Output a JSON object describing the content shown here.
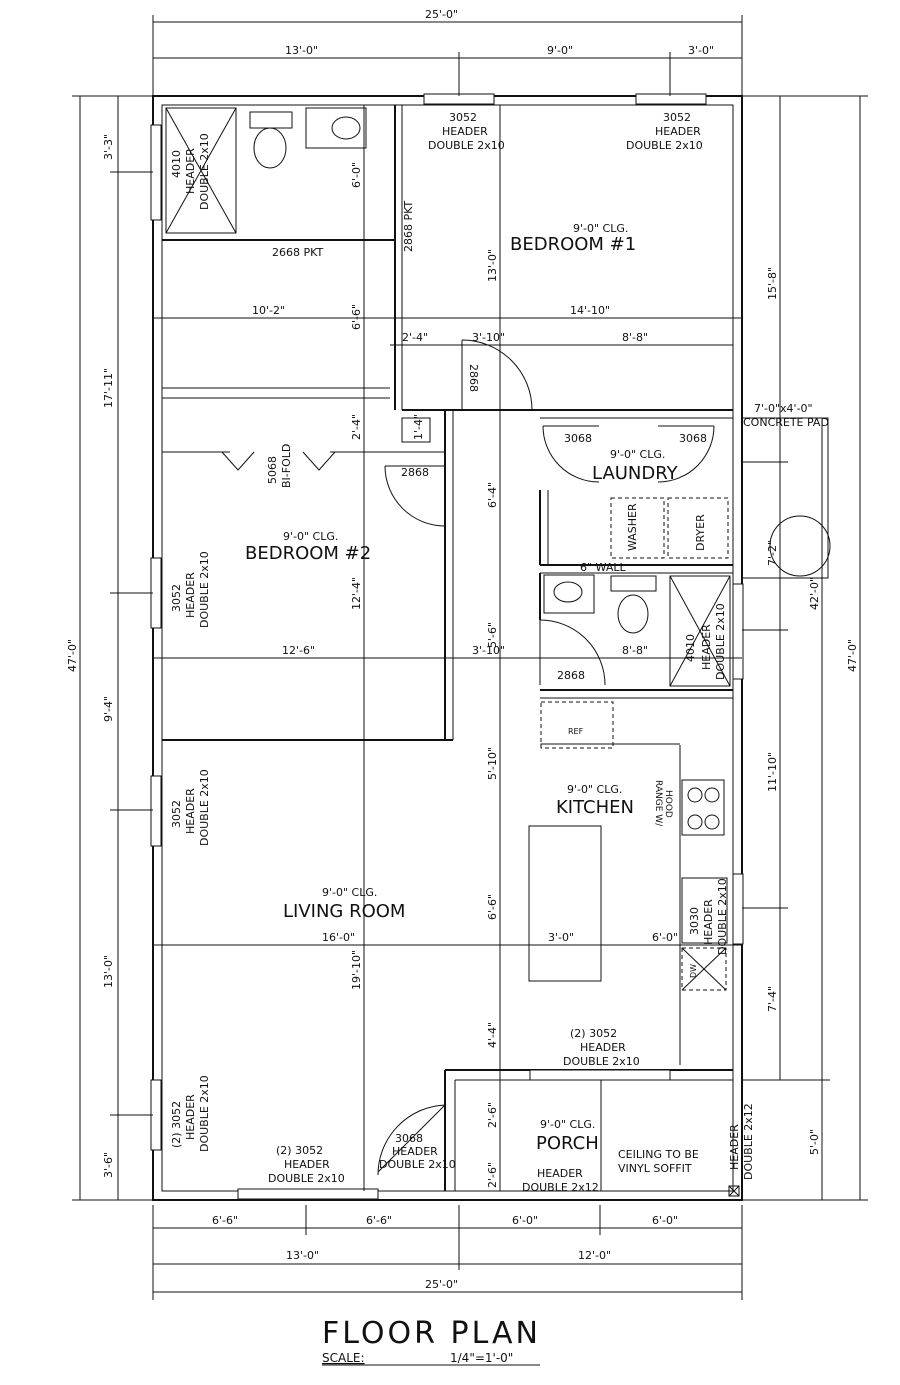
{
  "rooms": {
    "bedroom1": "BEDROOM  #1",
    "bedroom2": "BEDROOM  #2",
    "laundry": "LAUNDRY",
    "kitchen": "KITCHEN",
    "living": "LIVING ROOM",
    "porch": "PORCH"
  },
  "ceiling": "9'-0\" CLG.",
  "labels": {
    "hdr_3052": "3052",
    "hdr_4010": "4010",
    "hdr_3030": "3030",
    "hdr_2x3052": "(2) 3052",
    "hdr_3068": "3068",
    "header": "HEADER",
    "double_2x10": "DOUBLE 2x10",
    "double_2x12": "DOUBLE 2x12",
    "pkt_2668": "2668 PKT",
    "pkt_2868": "2868 PKT",
    "door_2868": "2868",
    "door_3068": "3068",
    "bifold_num": "5068",
    "bifold": "BI-FOLD",
    "washer": "WASHER",
    "dryer": "DRYER",
    "wall6": "6\" WALL",
    "ref": "REF",
    "range1": "RANGE W/",
    "range2": "HOOD",
    "dw": "DW",
    "pad1": "7'-0\"x4'-0\"",
    "pad2": "CONCRETE PAD",
    "soffit1": "CEILING TO BE",
    "soffit2": "VINYL SOFFIT"
  },
  "dims": {
    "d25_0": "25'-0\"",
    "d13_0": "13'-0\"",
    "d9_0": "9'-0\"",
    "d3_0": "3'-0\"",
    "d12_0": "12'-0\"",
    "d6_6": "6'-6\"",
    "d6_0": "6'-0\"",
    "d10_2": "10'-2\"",
    "d14_10": "14'-10\"",
    "d2_4": "2'-4\"",
    "d3_10": "3'-10\"",
    "d8_8": "8'-8\"",
    "d12_6": "12'-6\"",
    "d16_0": "16'-0\"",
    "d3_3": "3'-3\"",
    "d17_11": "17'-11\"",
    "d47_0": "47'-0\"",
    "d9_4": "9'-4\"",
    "d13_0v": "13'-0\"",
    "d3_6": "3'-6\"",
    "d15_8": "15'-8\"",
    "d42_0": "42'-0\"",
    "d11_10": "11'-10\"",
    "d7_4": "7'-4\"",
    "d5_0": "5'-0\"",
    "d6_0v": "6'-0\"",
    "d6_6v": "6'-6\"",
    "d13_0b": "13'-0\"",
    "d2_4v": "2'-4\"",
    "d1_4": "1'-4\"",
    "d6_4": "6'-4\"",
    "d5_6": "5'-6\"",
    "d12_4": "12'-4\"",
    "d5_10": "5'-10\"",
    "d19_10": "19'-10\"",
    "d4_4": "4'-4\"",
    "d2_6": "2'-6\"",
    "d7_2": "7'-2\""
  },
  "title": "FLOOR  PLAN",
  "scale_label": "SCALE:",
  "scale_value": "1/4\"=1'-0\""
}
